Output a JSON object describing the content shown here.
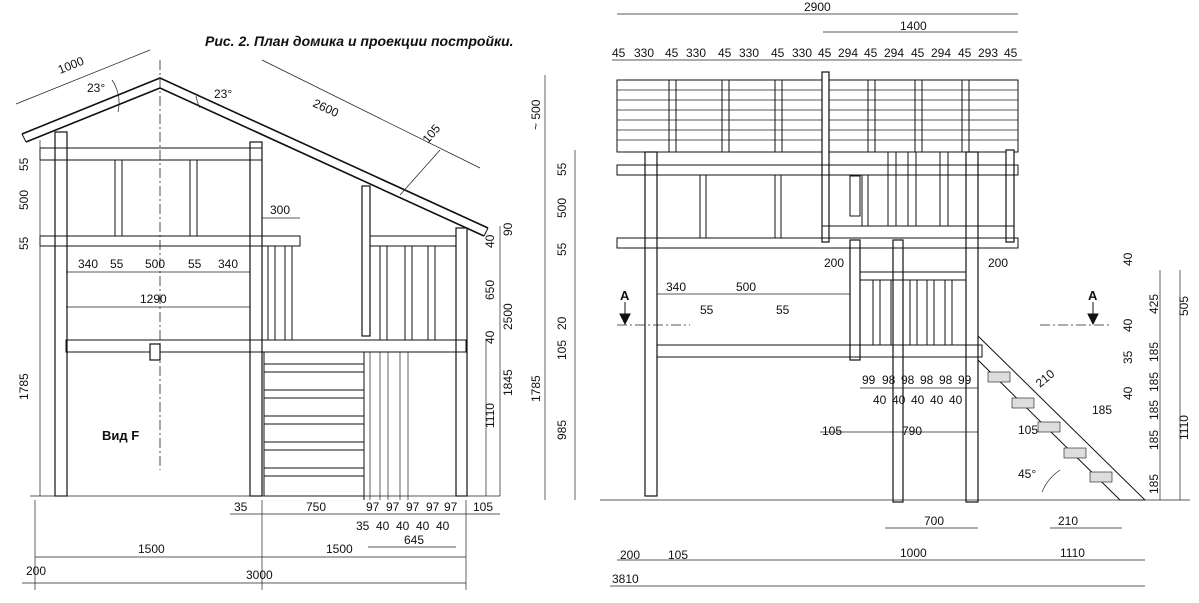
{
  "title": "Рис. 2. План домика и проекции постройки.",
  "view_label": "Вид F",
  "section_label": "A",
  "left_view": {
    "roof_dims": [
      "1000",
      "23°",
      "23°",
      "2600",
      "105"
    ],
    "left_vertical": [
      "55",
      "500",
      "55",
      "1785"
    ],
    "middle_row": [
      "340",
      "55",
      "500",
      "55",
      "340"
    ],
    "width_1290": "1290",
    "porch_width": "300",
    "right_vertical": [
      "90",
      "40",
      "650",
      "40",
      "2500",
      "1845",
      "1110"
    ],
    "bottom_row": [
      "35",
      "750",
      "97",
      "97",
      "97",
      "97",
      "97",
      "105"
    ],
    "bottom_row2": [
      "35",
      "40",
      "40",
      "40",
      "40"
    ],
    "dim_645": "645",
    "dim_1500a": "1500",
    "dim_1500b": "1500",
    "dim_200": "200",
    "dim_3000": "3000"
  },
  "right_view": {
    "top_total": "2900",
    "top_1400": "1400",
    "top_row": [
      "45",
      "330",
      "45",
      "330",
      "45",
      "330",
      "45",
      "330",
      "45",
      "294",
      "45",
      "294",
      "45",
      "294",
      "45",
      "293",
      "45"
    ],
    "left_vertical": [
      "~ 500",
      "55",
      "500",
      "55",
      "1785",
      "20",
      "105",
      "985"
    ],
    "middle_row": [
      "340",
      "500"
    ],
    "small_55": [
      "55",
      "55"
    ],
    "dim_200a": "200",
    "dim_200b": "200",
    "rail_row": [
      "99",
      "98",
      "98",
      "98",
      "98",
      "99"
    ],
    "rail_row2": [
      "40",
      "40",
      "40",
      "40",
      "40"
    ],
    "dim_105": "105",
    "dim_790": "790",
    "stair_dims": [
      "210",
      "185",
      "105",
      "45°",
      "210"
    ],
    "right_vertical": [
      "40",
      "425",
      "505",
      "40",
      "35",
      "185",
      "185",
      "185",
      "185",
      "185",
      "1110",
      "40"
    ],
    "dim_700": "700",
    "bottom_200": "200",
    "bottom_105": "105",
    "dim_1000": "1000",
    "dim_1110": "1110",
    "dim_3810": "3810"
  }
}
